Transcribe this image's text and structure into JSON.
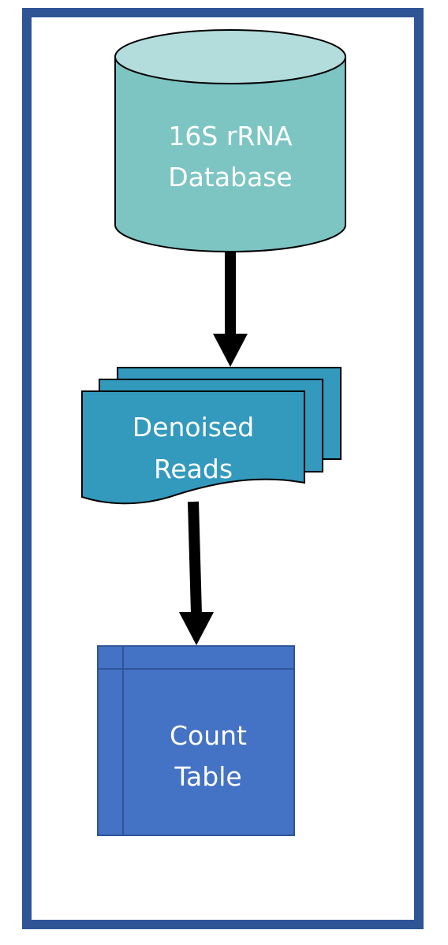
{
  "nodes": {
    "database": {
      "line1": "16S rRNA",
      "line2": "Database"
    },
    "reads": {
      "line1": "Denoised",
      "line2": "Reads"
    },
    "table": {
      "line1": "Count",
      "line2": "Table"
    }
  },
  "colors": {
    "frame": "#2f5597",
    "database_fill": "#7cc5c3",
    "database_top": "#b2dddc",
    "reads_fill": "#3399bd",
    "table_fill": "#4472c4",
    "arrow": "#000000",
    "label": "#ffffff"
  }
}
